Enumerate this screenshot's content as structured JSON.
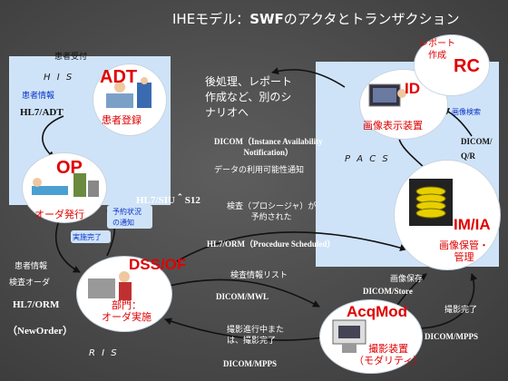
{
  "title": {
    "prefix": "IHEモデル：",
    "bold": "SWF",
    "suffix": "のアクタとトランザクション"
  },
  "nodes": {
    "adt": {
      "name": "ADT",
      "label": "患者登録"
    },
    "op": {
      "name": "OP",
      "label": "オーダ発行"
    },
    "dss": {
      "name": "DSS/OF",
      "label_line1": "部門：",
      "label_line2": "オーダ実施"
    },
    "acq": {
      "name": "AcqMod",
      "label_line1": "撮影装置",
      "label_line2": "（モダリティ）"
    },
    "im": {
      "name": "IM/IA",
      "label_line1": "画像保管・",
      "label_line2": "管理"
    },
    "id": {
      "name": "ID",
      "label": "画像表示装置"
    },
    "rc": {
      "name": "RC",
      "label_line1": "レポート",
      "label_line2": "作成"
    }
  },
  "regions": {
    "his": "H I S",
    "pacs": "P A C S",
    "ris": "R I S"
  },
  "labels": {
    "patient_reception": "患者受付",
    "patient_info_his": "患者情報",
    "hl7_adt": "HL7/ADT",
    "note_line1": "後処理、レポート",
    "note_line2": "作成など、別のシ",
    "note_line3": "ナリオへ",
    "dicom_iav_line1": "DICOM（Instance Availability",
    "dicom_iav_line2": "Notification）",
    "data_available": "データの利用可能性通知",
    "image_search": "画像検索",
    "dicom_qr_line1": "DICOM/",
    "dicom_qr_line2": "Q/R",
    "hl7_siu": "HL7/SIU＾S12",
    "schedule_notice_line1": "予約状況",
    "schedule_notice_line2": "の通知",
    "performed": "実施完了",
    "exam_scheduled_line1": "検査（プロシージャ）が",
    "exam_scheduled_line2": "予約された",
    "hl7_orm_ps": "HL7/ORM（Procedure Scheduled）",
    "patient_info": "患者情報",
    "exam_order": "検査オーダ",
    "hl7_orm": "HL7/ORM",
    "new_order": "（NewOrder）",
    "worklist": "検査情報リスト",
    "dicom_mwl": "DICOM/MWL",
    "image_store": "画像保存",
    "dicom_store": "DICOM/Store",
    "acq_done": "撮影完了",
    "dicom_mpps_right": "DICOM/MPPS",
    "in_progress_line1": "撮影進行中また",
    "in_progress_line2": "は、撮影完了",
    "dicom_mpps_bottom": "DICOM/MPPS"
  },
  "colors": {
    "background": "#4a4a4a",
    "region": "#cfe3f8",
    "actor": "#e00000",
    "label": "#0a32c8"
  }
}
